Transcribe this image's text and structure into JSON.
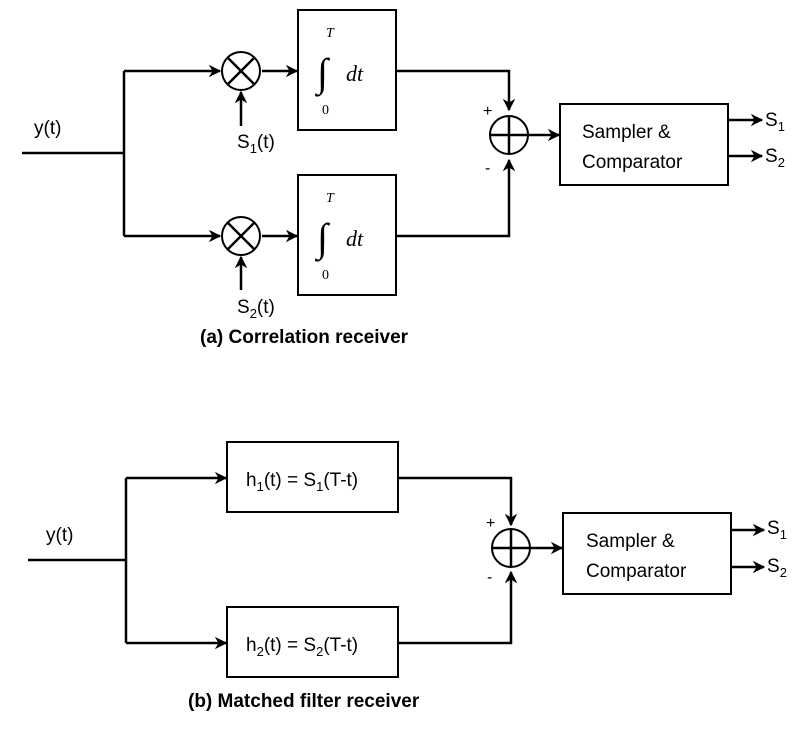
{
  "diagram_a": {
    "input": "y(t)",
    "ref1": {
      "base": "S",
      "sub": "1",
      "rest": "(t)"
    },
    "ref2": {
      "base": "S",
      "sub": "2",
      "rest": "(t)"
    },
    "integrator": {
      "upper": "T",
      "lower": "0",
      "integral": "∫",
      "diff": "dt"
    },
    "sum": {
      "plus": "+",
      "minus": "-"
    },
    "decision": {
      "line1": "Sampler &",
      "line2": "Comparator"
    },
    "out1": {
      "base": "S",
      "sub": "1"
    },
    "out2": {
      "base": "S",
      "sub": "2"
    },
    "caption": "(a) Correlation receiver"
  },
  "diagram_b": {
    "input": "y(t)",
    "filter1": {
      "a": "h",
      "asub": "1",
      "b": "(t) = S",
      "bsub": "1",
      "c": "(T-t)"
    },
    "filter2": {
      "a": "h",
      "asub": "2",
      "b": "(t) = S",
      "bsub": "2",
      "c": "(T-t)"
    },
    "sum": {
      "plus": "+",
      "minus": "-"
    },
    "decision": {
      "line1": "Sampler &",
      "line2": "Comparator"
    },
    "out1": {
      "base": "S",
      "sub": "1"
    },
    "out2": {
      "base": "S",
      "sub": "2"
    },
    "caption": "(b) Matched filter receiver"
  }
}
